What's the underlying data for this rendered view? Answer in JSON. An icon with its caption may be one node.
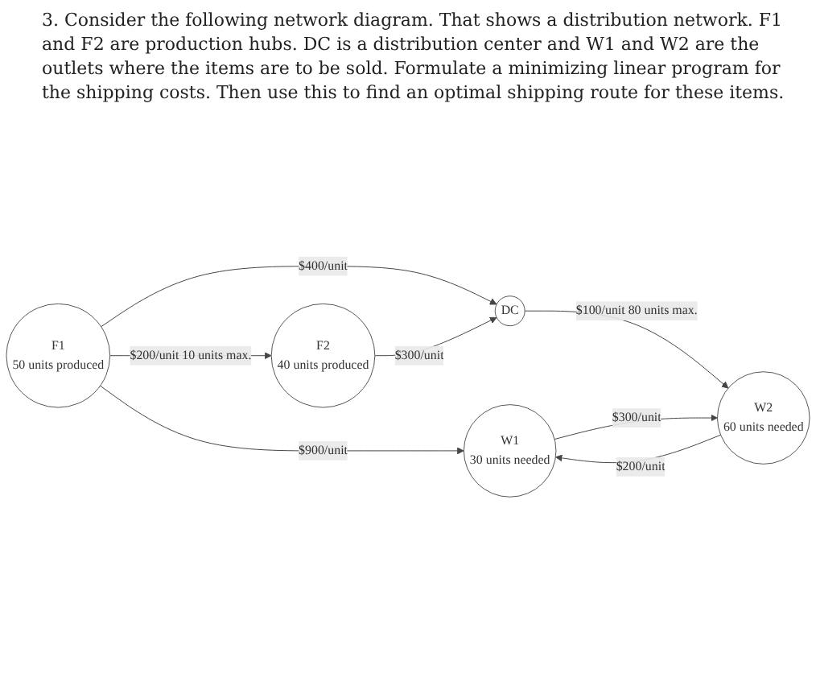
{
  "diagram": {
    "title": "3. Consider the following network diagram. That shows a distribution network. F1 and F2 are production hubs. DC is a distribution center and W1 and W2 are the outlets where the items are to be sold. Formulate a minimizing linear program for the shipping costs. Then use this to find an optimal shipping route for these items.",
    "nodes": [
      {
        "text": [
          "F1",
          "50 units produced"
        ]
      },
      {
        "text": [
          "W1",
          "30 units needed"
        ]
      },
      {
        "text": [
          "DC"
        ]
      },
      {
        "text": [
          "F2",
          "40 units produced"
        ]
      },
      {
        "text": [
          "W2",
          "60 units needed"
        ]
      }
    ],
    "edges": [
      {
        "from": 0,
        "to": 1,
        "arrow": "to",
        "label": "$900/unit"
      },
      {
        "from": 0,
        "to": 2,
        "arrow": "to",
        "label": "$400/unit"
      },
      {
        "from": 0,
        "to": 3,
        "arrow": "to",
        "label": "$200/unit 10 units max."
      },
      {
        "from": 3,
        "to": 2,
        "arrow": "to",
        "label": "$300/unit"
      },
      {
        "from": 2,
        "to": 4,
        "arrow": "to",
        "label": "$100/unit 80 units max."
      },
      {
        "from": 4,
        "to": 1,
        "arrow": "to",
        "label": "$200/unit"
      },
      {
        "from": 1,
        "to": 4,
        "arrow": "to",
        "label": "$300/unit"
      }
    ]
  }
}
